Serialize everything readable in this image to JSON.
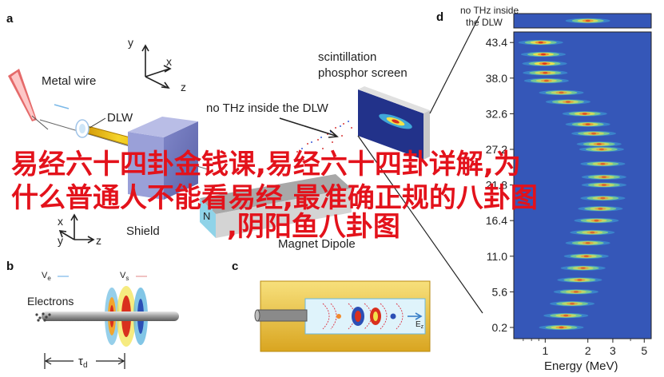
{
  "panels": {
    "a": "a",
    "b": "b",
    "c": "c",
    "d": "d"
  },
  "panel_a": {
    "metal_wire": "Metal wire",
    "dlw": "DLW",
    "shield": "Shield",
    "magnet_dipole": "Magnet Dipole",
    "scintillation": "scintillation",
    "phosphor_screen": "phosphor screen",
    "no_thz": "no THz inside the DLW",
    "axis_x": "x",
    "axis_y": "y",
    "axis_z": "z",
    "magnet_n": "N"
  },
  "panel_b": {
    "electrons": "Electrons",
    "tau": "τ",
    "tau_sub": "d",
    "ve": "V",
    "ve_sub": "e",
    "vs": "V",
    "vs_sub": "s"
  },
  "panel_c": {
    "ez": "E",
    "ez_sub": "z"
  },
  "panel_d": {
    "inset_label_1": "no THz inside",
    "inset_label_2": "the DLW",
    "xlabel": "Energy (MeV)",
    "ytick_labels": [
      "43.4",
      "38.0",
      "32.6",
      "27.2",
      "21.8",
      "16.4",
      "11.0",
      "5.6",
      "0.2"
    ],
    "xtick_labels": [
      "1",
      "2",
      "3",
      "5"
    ]
  },
  "chart_data": {
    "type": "heatmap",
    "xlabel": "Energy (MeV)",
    "ylabel": "",
    "x_scale": "log",
    "xlim": [
      0.6,
      5.6
    ],
    "ylim": [
      -1.5,
      45
    ],
    "xticks": [
      1,
      2,
      3,
      5
    ],
    "yticks": [
      43.4,
      38.0,
      32.6,
      27.2,
      21.8,
      16.4,
      11.0,
      5.6,
      0.2
    ],
    "colormap": [
      "#2b4fb5",
      "#3fa7d8",
      "#7fd28f",
      "#f2e24a",
      "#f08a2c",
      "#d9301e"
    ],
    "background": "#3557b8",
    "bands": [
      {
        "y": 43.4,
        "center": 0.93,
        "peak": 0.85
      },
      {
        "y": 41.6,
        "center": 0.97,
        "peak": 0.9
      },
      {
        "y": 40.2,
        "center": 0.99,
        "peak": 0.95
      },
      {
        "y": 38.8,
        "center": 1.0,
        "peak": 0.7
      },
      {
        "y": 37.6,
        "center": 1.02,
        "peak": 0.6
      },
      {
        "y": 35.8,
        "center": 1.3,
        "peak": 0.55
      },
      {
        "y": 34.4,
        "center": 1.45,
        "peak": 0.6
      },
      {
        "y": 32.6,
        "center": 1.9,
        "peak": 0.75
      },
      {
        "y": 31.0,
        "center": 2.0,
        "peak": 0.7
      },
      {
        "y": 29.6,
        "center": 2.2,
        "peak": 0.6
      },
      {
        "y": 28.0,
        "center": 2.4,
        "peak": 0.65
      },
      {
        "y": 27.2,
        "center": 2.5,
        "peak": 0.55
      },
      {
        "y": 25.0,
        "center": 2.55,
        "peak": 0.6
      },
      {
        "y": 23.0,
        "center": 2.6,
        "peak": 0.55
      },
      {
        "y": 21.8,
        "center": 2.6,
        "peak": 0.6
      },
      {
        "y": 19.8,
        "center": 2.55,
        "peak": 0.55
      },
      {
        "y": 18.2,
        "center": 2.45,
        "peak": 0.55
      },
      {
        "y": 16.4,
        "center": 2.3,
        "peak": 0.6
      },
      {
        "y": 14.6,
        "center": 2.15,
        "peak": 0.55
      },
      {
        "y": 13.0,
        "center": 2.0,
        "peak": 0.55
      },
      {
        "y": 11.0,
        "center": 1.95,
        "peak": 0.6
      },
      {
        "y": 9.2,
        "center": 1.85,
        "peak": 0.55
      },
      {
        "y": 7.4,
        "center": 1.75,
        "peak": 0.6
      },
      {
        "y": 5.6,
        "center": 1.65,
        "peak": 0.55
      },
      {
        "y": 3.8,
        "center": 1.55,
        "peak": 0.55
      },
      {
        "y": 2.0,
        "center": 1.4,
        "peak": 0.6
      },
      {
        "y": 0.2,
        "center": 1.3,
        "peak": 0.65
      }
    ],
    "inset": {
      "label": "no THz inside the DLW",
      "center": 2.0,
      "peak": 0.7
    }
  },
  "overlay_text": {
    "line1": "易经六十四卦金钱课,易经六十四卦详解,为",
    "line2": "什么普通人不能看易经,最准确正规的八卦图",
    "line3": ",阴阳鱼八卦图"
  }
}
